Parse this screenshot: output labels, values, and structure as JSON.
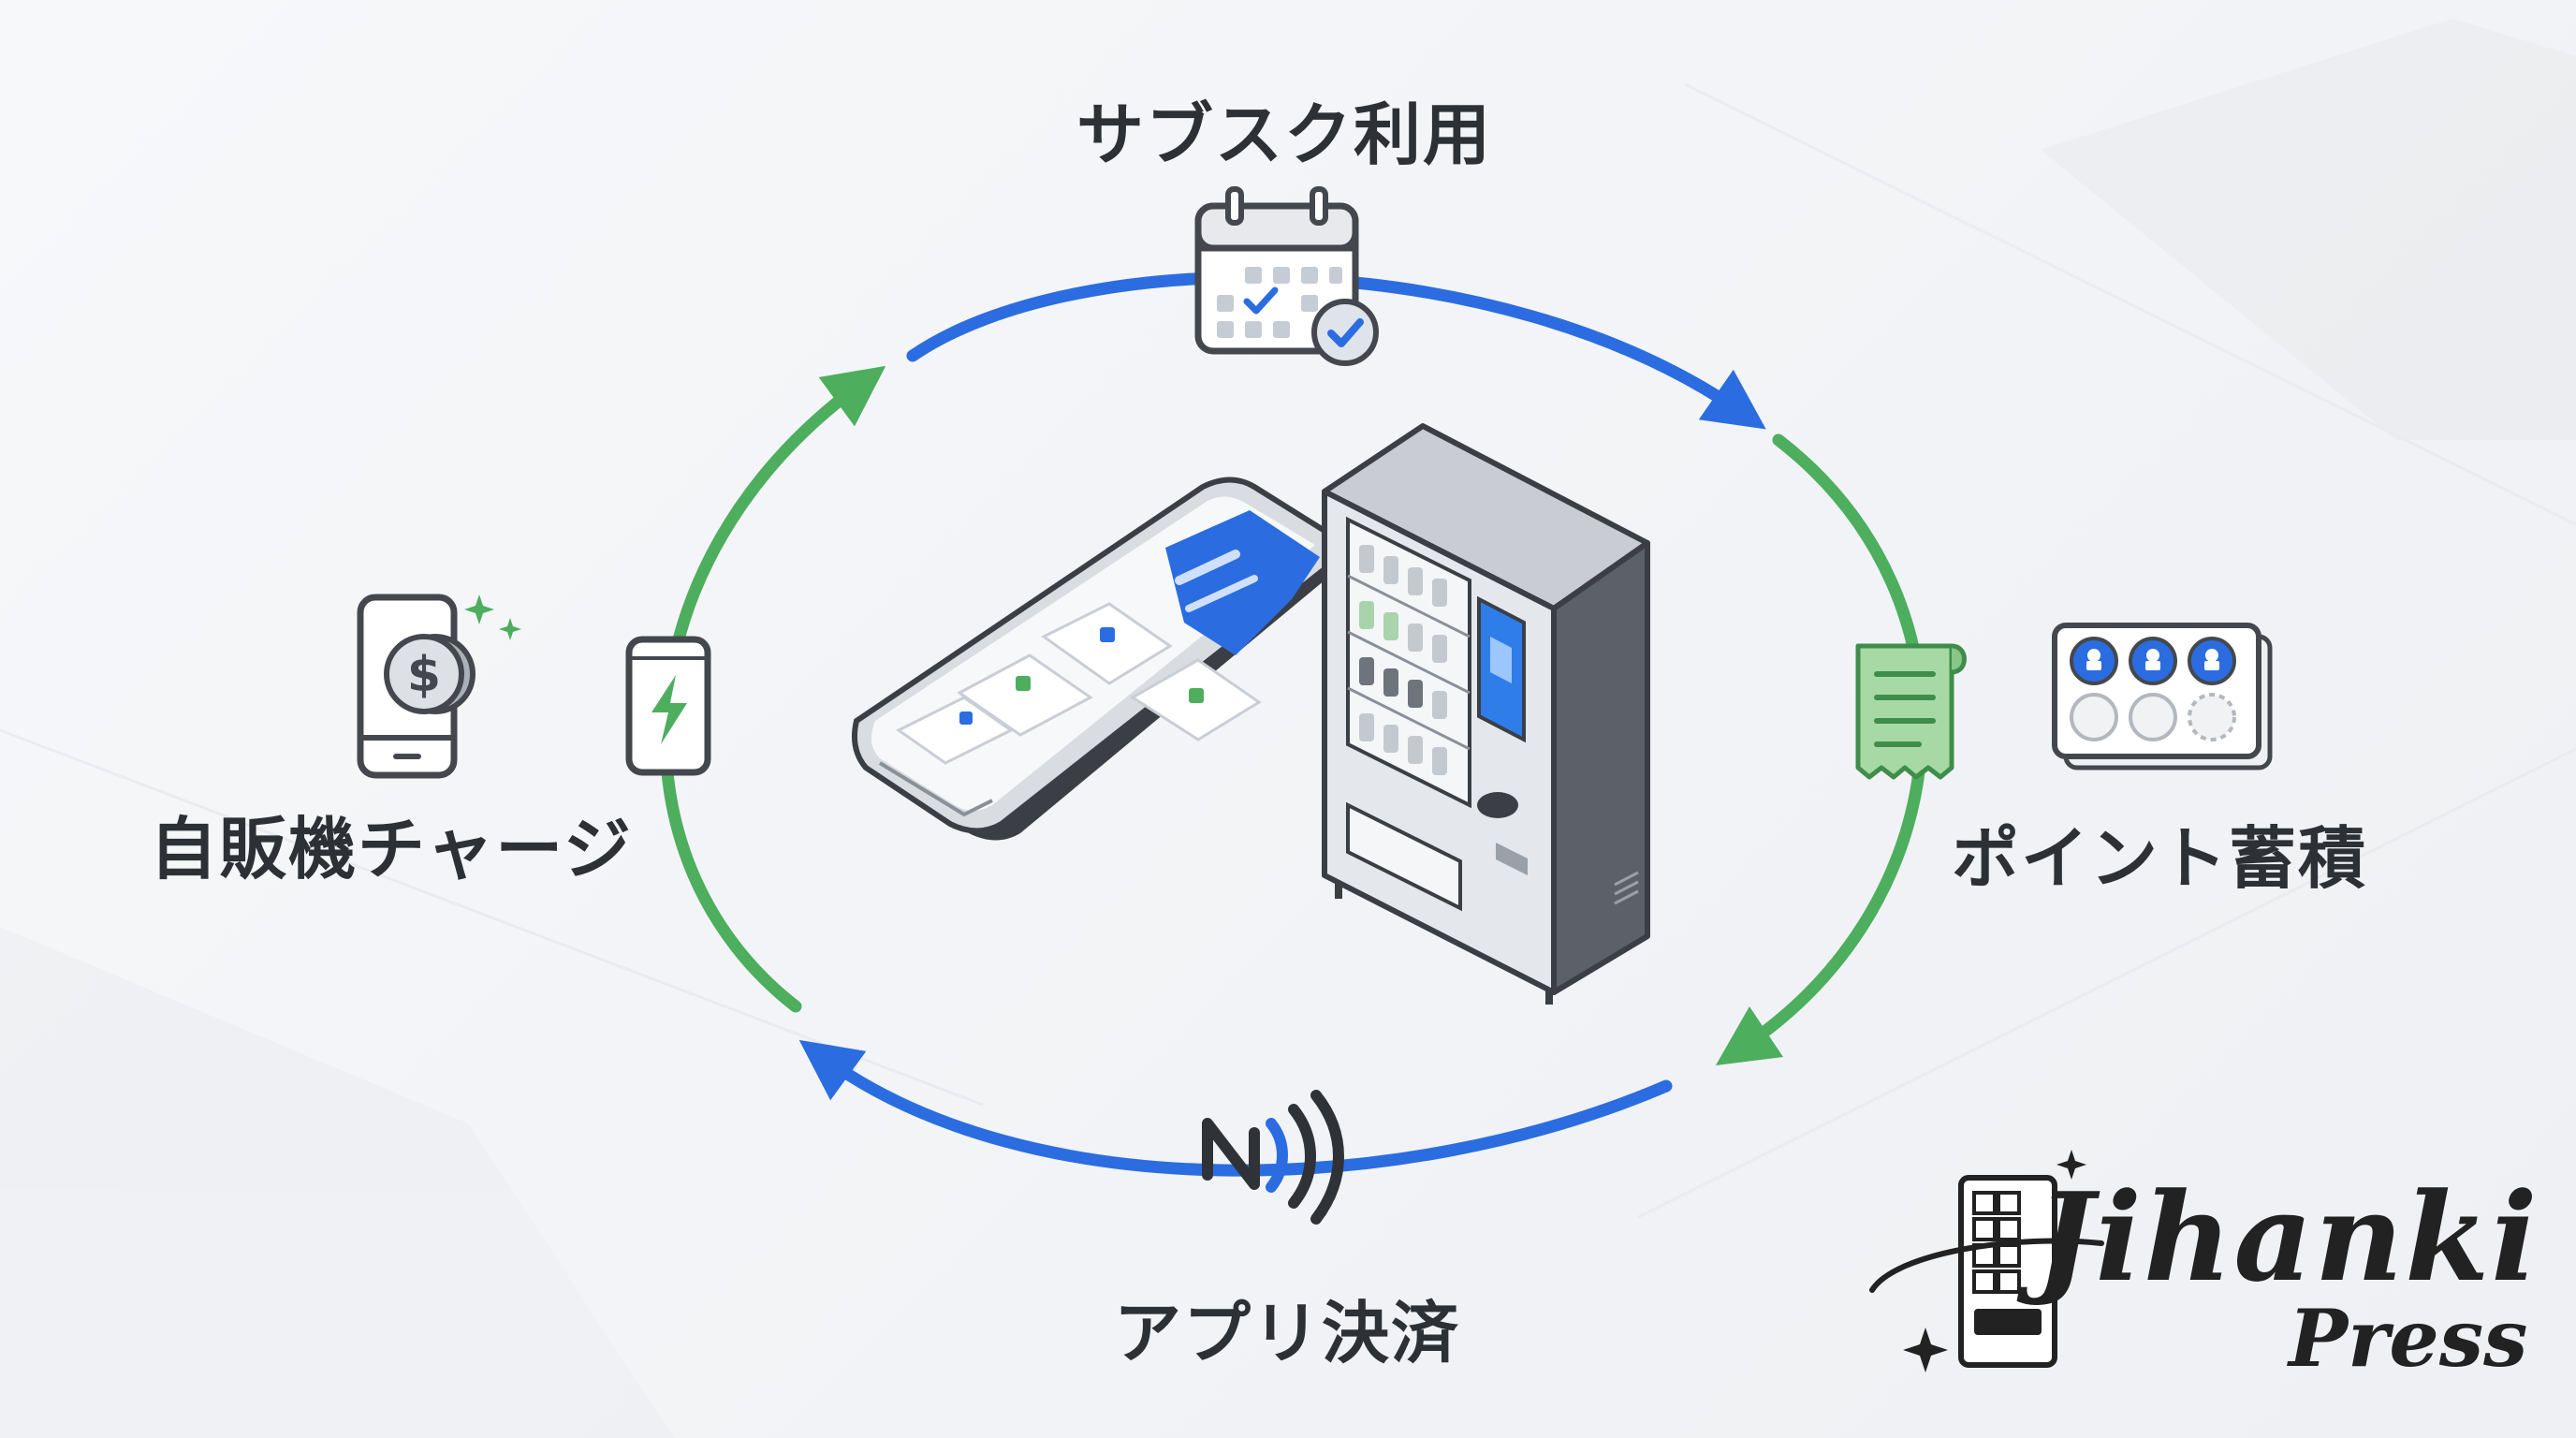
{
  "cycle": {
    "steps": [
      {
        "label": "サブスク利用",
        "icon": "calendar-check-icon"
      },
      {
        "label": "ポイント蓄積",
        "icon": "stamp-card-icon"
      },
      {
        "label": "アプリ決済",
        "icon": "nfc-icon"
      },
      {
        "label": "自販機チャージ",
        "icon": "phone-charge-icon"
      }
    ],
    "arrow_colors": {
      "blue": "#2b6de0",
      "green": "#4dae5e"
    }
  },
  "brand": {
    "name": "Jihanki",
    "sub": "Press"
  },
  "colors": {
    "background": "#f4f5f7",
    "text": "#2d3136",
    "accent_blue": "#2b6de0",
    "accent_green": "#4dae5e"
  }
}
